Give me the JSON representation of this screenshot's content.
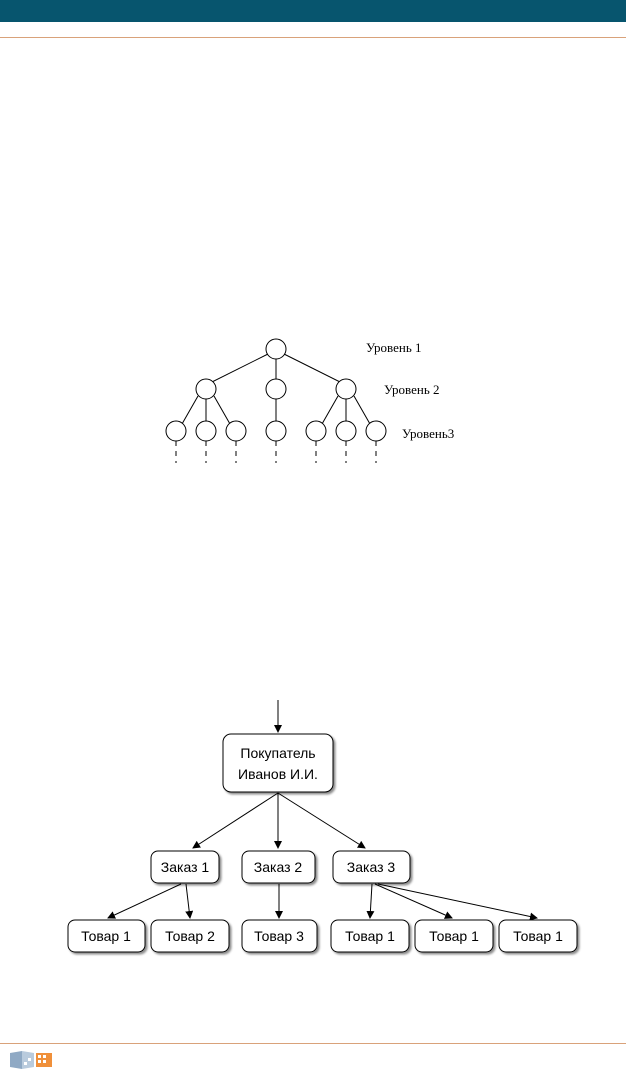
{
  "tree_diagram": {
    "level_labels": [
      "Уровень 1",
      "Уровень 2",
      "Уровень3"
    ]
  },
  "order_diagram": {
    "customer": {
      "line1": "Покупатель",
      "line2": "Иванов И.И."
    },
    "orders": [
      "Заказ 1",
      "Заказ 2",
      "Заказ 3"
    ],
    "products": [
      "Товар 1",
      "Товар 2",
      "Товар 3",
      "Товар 1",
      "Товар 1",
      "Товар 1"
    ]
  }
}
